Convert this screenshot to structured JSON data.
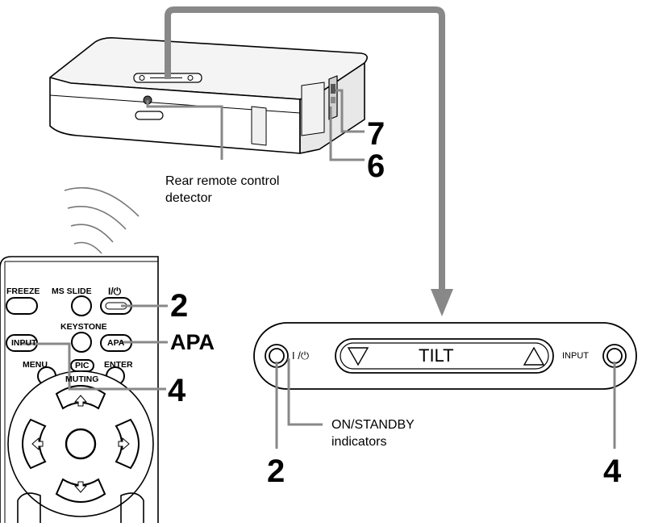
{
  "projector": {
    "rear_detector_label_line1": "Rear remote control",
    "rear_detector_label_line2": "detector"
  },
  "callouts": {
    "seven": "7",
    "six": "6",
    "remote_power": "2",
    "remote_apa": "APA",
    "remote_input": "4",
    "panel_power": "2",
    "panel_input": "4"
  },
  "remote": {
    "freeze": "FREEZE",
    "ms_slide": "MS SLIDE",
    "power_symbol": "I/⏻",
    "keystone": "KEYSTONE",
    "input": "INPUT",
    "apa": "APA",
    "menu": "MENU",
    "pic": "PIC",
    "muting": "MUTING",
    "enter": "ENTER"
  },
  "panel": {
    "power_symbol": "I /⏻",
    "tilt": "TILT",
    "input": "INPUT",
    "standby_line1": "ON/STANDBY",
    "standby_line2": "indicators"
  }
}
